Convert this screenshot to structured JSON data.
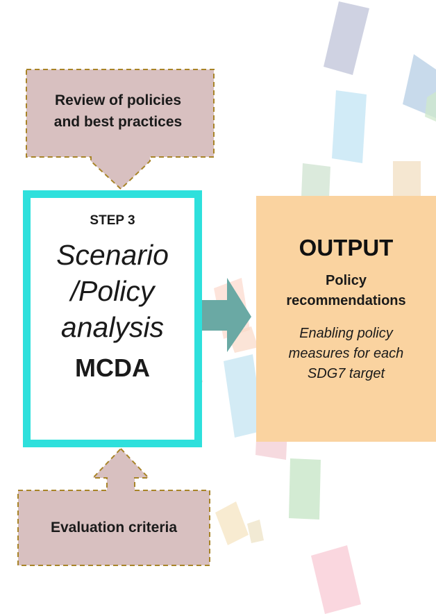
{
  "review_box": {
    "label": "Review of policies\nand best practices"
  },
  "evaluation_box": {
    "label": "Evaluation criteria"
  },
  "step_box": {
    "step_label": "STEP 3",
    "title": "Scenario\n/Policy\nanalysis",
    "method": "MCDA",
    "border_color": "#2ee0dc"
  },
  "output_box": {
    "title": "OUTPUT",
    "subtitle": "Policy\nrecommendations",
    "description": "Enabling policy\nmeasures for each\nSDG7 target",
    "fill_color": "#fad3a0"
  },
  "colors": {
    "input_fill": "#d8c0c0",
    "input_border": "#a88428",
    "arrow_fill": "#6aa9a4"
  }
}
